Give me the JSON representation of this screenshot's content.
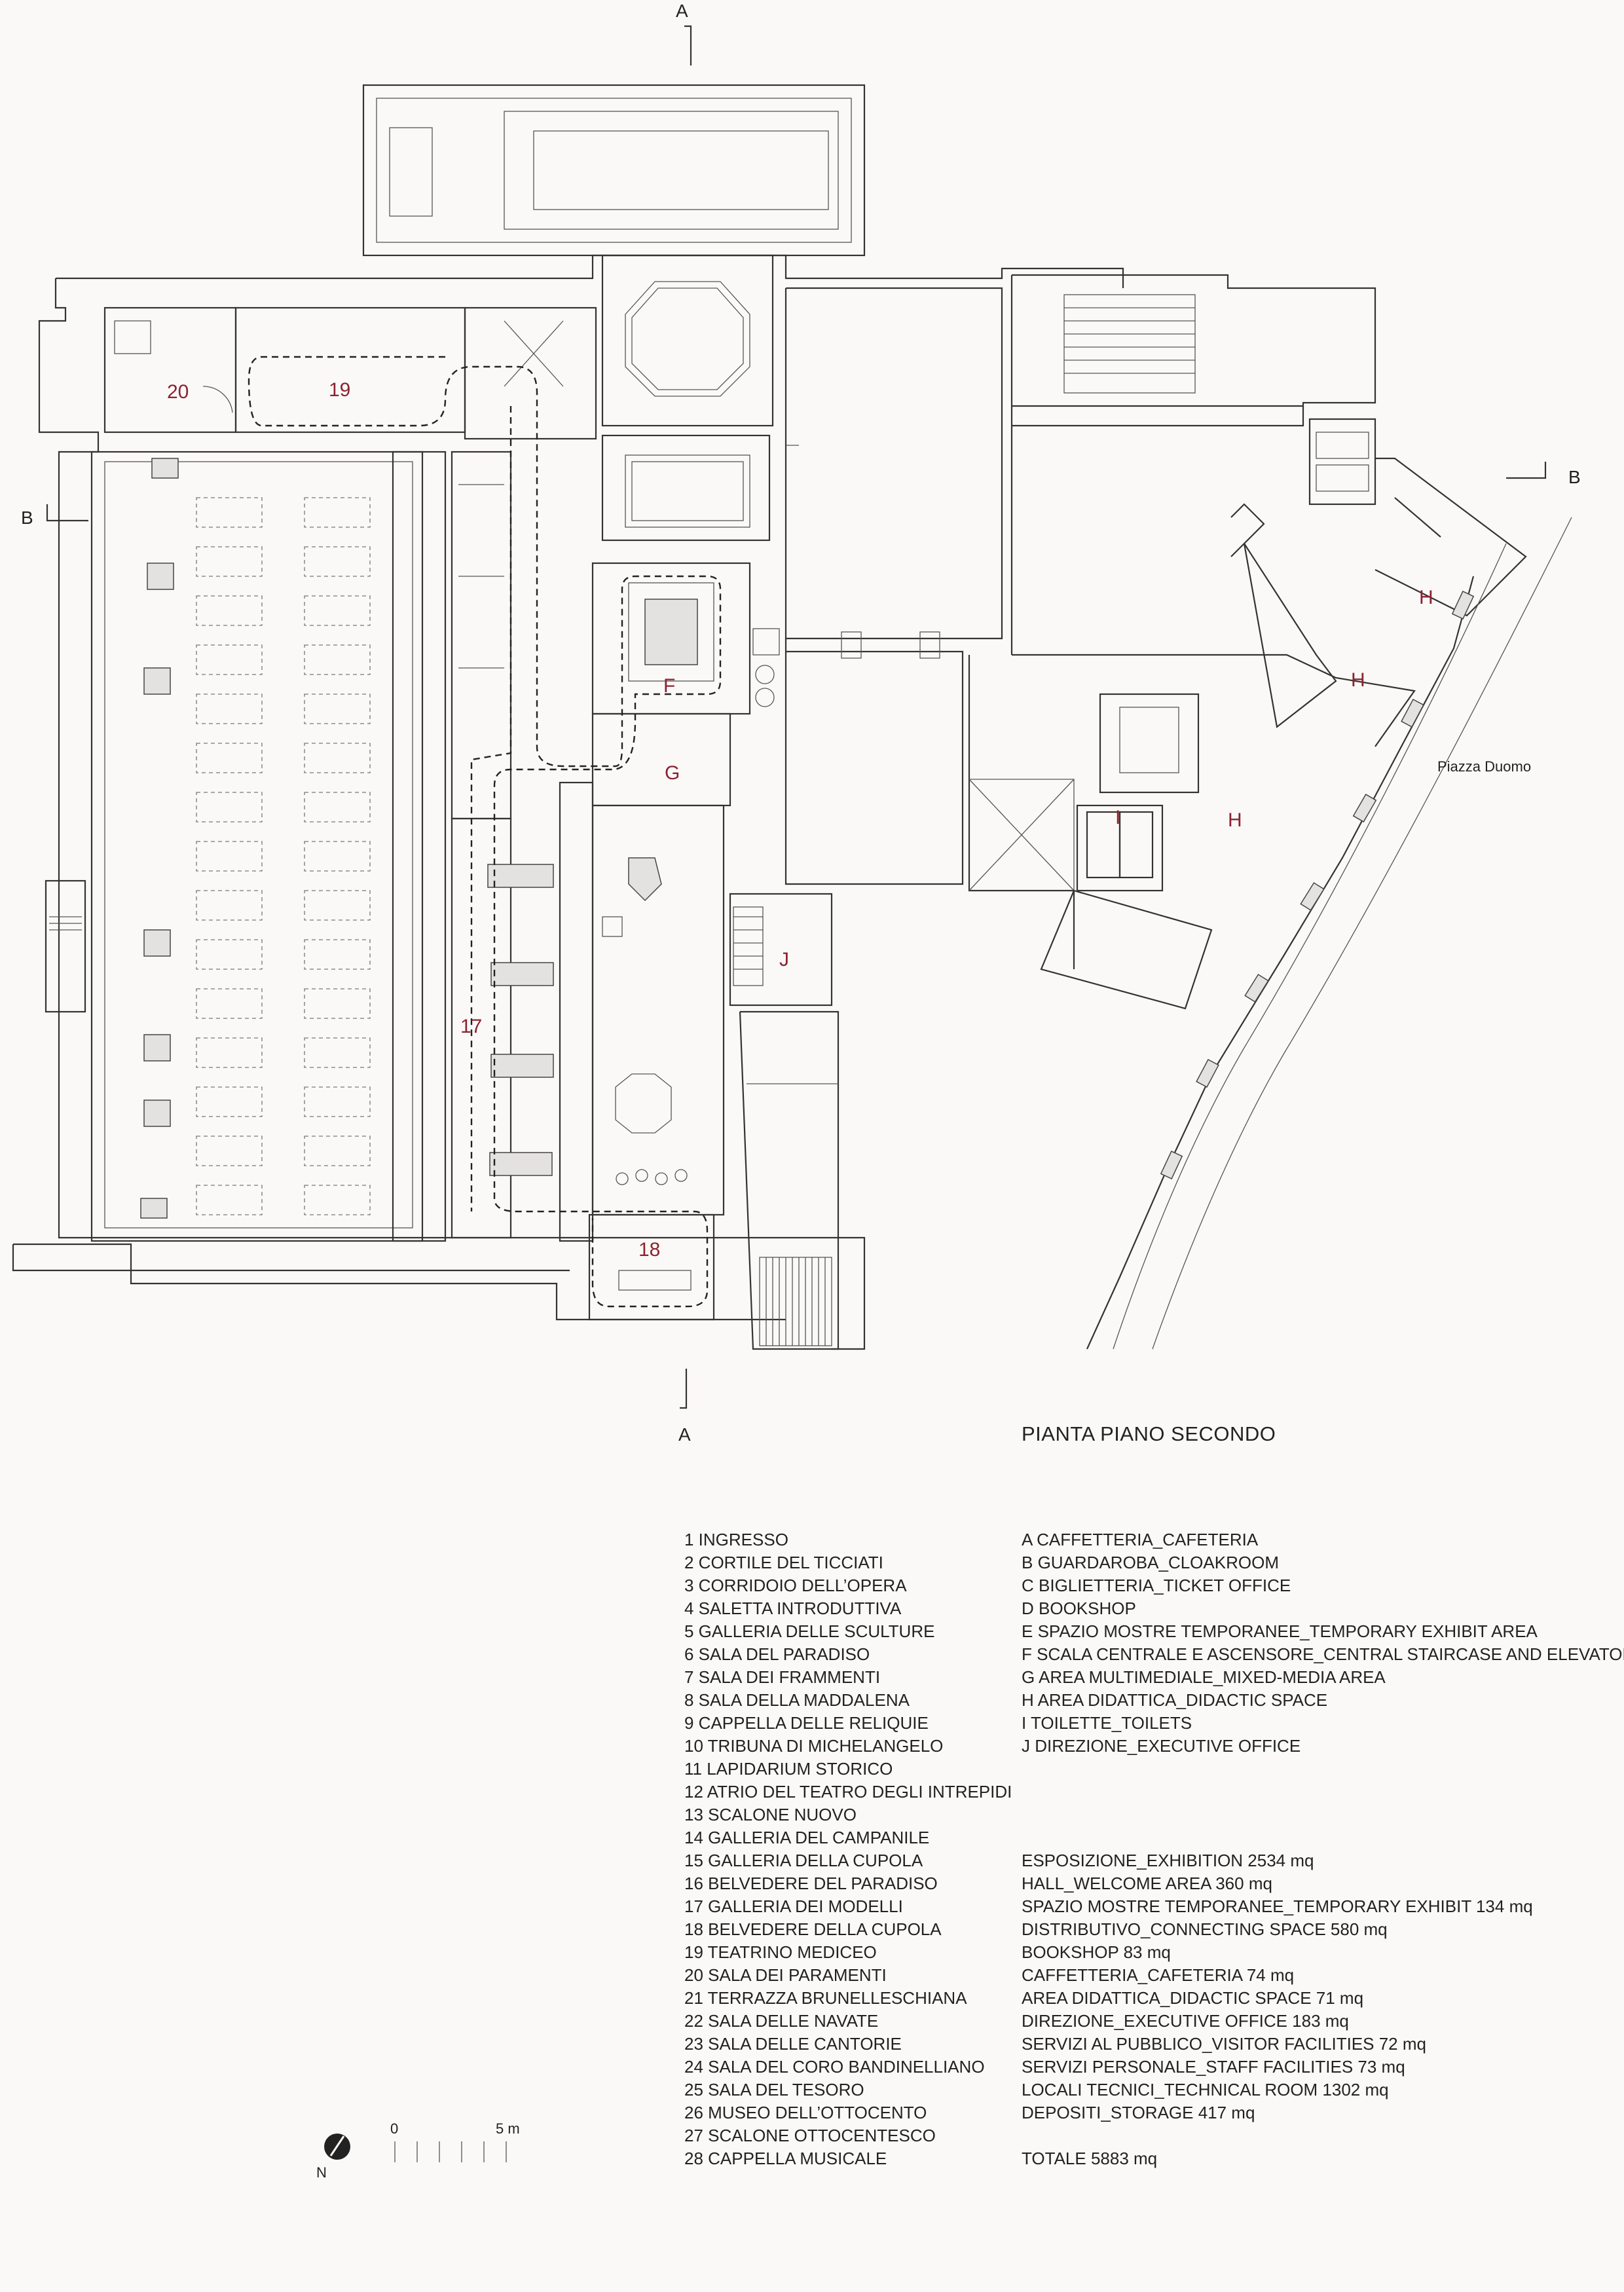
{
  "section_labels": {
    "a_top": "A",
    "a_bottom": "A",
    "b_left": "B",
    "b_right": "B"
  },
  "street_label": "Piazza Duomo",
  "room_tags": {
    "r20": "20",
    "r19": "19",
    "rF": "F",
    "rG": "G",
    "rH1": "H",
    "rH2": "H",
    "rH3": "H",
    "rI": "I",
    "rJ": "J",
    "r17": "17",
    "r18": "18"
  },
  "plan_title": "PIANTA PIANO SECONDO",
  "rooms_numbered": [
    "1 INGRESSO",
    "2 CORTILE DEL TICCIATI",
    "3 CORRIDOIO DELL’OPERA",
    "4 SALETTA INTRODUTTIVA",
    "5 GALLERIA DELLE SCULTURE",
    "6 SALA DEL PARADISO",
    "7 SALA DEI FRAMMENTI",
    "8 SALA DELLA MADDALENA",
    "9 CAPPELLA DELLE RELIQUIE",
    "10 TRIBUNA DI MICHELANGELO",
    "11 LAPIDARIUM STORICO",
    "12 ATRIO DEL TEATRO DEGLI INTREPIDI",
    "13 SCALONE NUOVO",
    "14 GALLERIA DEL CAMPANILE",
    "15 GALLERIA DELLA CUPOLA",
    "16 BELVEDERE DEL PARADISO",
    "17 GALLERIA DEI MODELLI",
    "18 BELVEDERE DELLA CUPOLA",
    "19 TEATRINO MEDICEO",
    "20 SALA DEI PARAMENTI",
    "21 TERRAZZA BRUNELLESCHIANA",
    "22 SALA DELLE NAVATE",
    "23 SALA DELLE CANTORIE",
    "24 SALA DEL CORO BANDINELLIANO",
    "25 SALA DEL TESORO",
    "26 MUSEO DELL’OTTOCENTO",
    "27 SCALONE OTTOCENTESCO",
    "28 CAPPELLA MUSICALE"
  ],
  "rooms_lettered": [
    "A CAFFETTERIA_CAFETERIA",
    "B GUARDAROBA_CLOAKROOM",
    "C BIGLIETTERIA_TICKET OFFICE",
    "D BOOKSHOP",
    "E SPAZIO MOSTRE TEMPORANEE_TEMPORARY EXHIBIT AREA",
    "F SCALA CENTRALE E ASCENSORE_CENTRAL STAIRCASE AND ELEVATOR",
    "G AREA MULTIMEDIALE_MIXED-MEDIA AREA",
    "H AREA DIDATTICA_DIDACTIC SPACE",
    "I TOILETTE_TOILETS",
    "J DIREZIONE_EXECUTIVE OFFICE"
  ],
  "areas": [
    "ESPOSIZIONE_EXHIBITION 2534 mq",
    "HALL_WELCOME AREA 360 mq",
    "SPAZIO MOSTRE TEMPORANEE_TEMPORARY EXHIBIT 134 mq",
    "DISTRIBUTIVO_CONNECTING SPACE 580 mq",
    "BOOKSHOP 83 mq",
    "CAFFETTERIA_CAFETERIA 74 mq",
    "AREA DIDATTICA_DIDACTIC SPACE 71 mq",
    "DIREZIONE_EXECUTIVE OFFICE 183 mq",
    "SERVIZI AL PUBBLICO_VISITOR FACILITIES 72 mq",
    "SERVIZI PERSONALE_STAFF FACILITIES 73 mq",
    "LOCALI TECNICI_TECHNICAL ROOM 1302 mq",
    "DEPOSITI_STORAGE 417 mq"
  ],
  "total": "TOTALE 5883 mq",
  "scale_bar": {
    "zero": "0",
    "five": "5 m"
  },
  "north_label": "N"
}
